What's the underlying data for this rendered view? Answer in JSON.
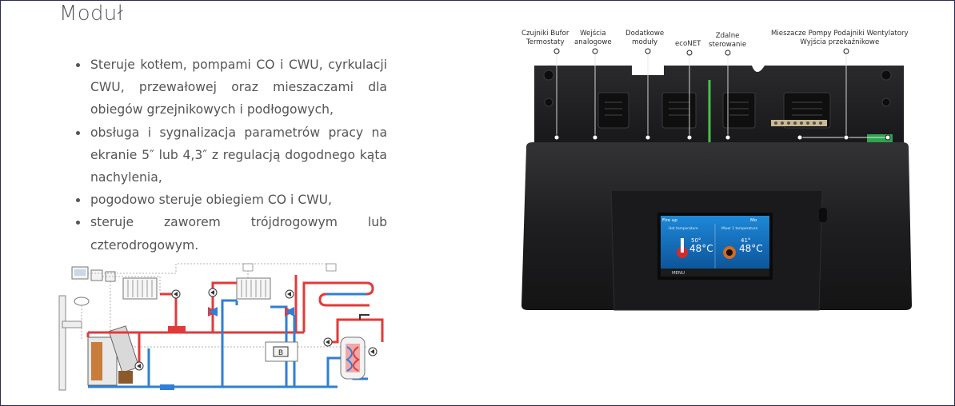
{
  "section": {
    "title": "Moduł"
  },
  "features": [
    "Steruje kotłem, pompami CO i CWU, cyrkulacji CWU, przewałowej oraz mieszaczami dla obiegów grzejnikowych i podłogowych,",
    "obsługa i sygnalizacja parametrów pracy na ekranie 5″ lub 4,3″ z regulacją dogodnego kąta nachylenia,",
    "pogodowo steruje obiegiem CO i CWU,",
    "steruje zaworem trójdrogowym lub czterodrogowym."
  ],
  "device": {
    "callouts": {
      "c1_line1": "Czujniki Bufor",
      "c1_line2": "Termostaty",
      "c2_line1": "Wejścia",
      "c2_line2": "analogowe",
      "c3_line1": "Dodatkowe",
      "c3_line2": "moduły",
      "c4_line1": "ecoNET",
      "c5_line1": "Zdalne",
      "c5_line2": "sterowanie",
      "c6_line1": "Mieszacze Pompy Podajniki Wentylatory",
      "c6_line2": "Wyjścia przekaźnikowe"
    },
    "screen": {
      "header_left": "Fire up",
      "header_right": "Mo",
      "panel1_title": "Hot temperature",
      "panel2_title": "Mixer 1 temperature",
      "panel1_small": "50°",
      "panel2_small": "41°",
      "panel1_value": "48°C",
      "panel2_value": "48°C",
      "menu_label": "MENU"
    }
  },
  "schematic": {
    "buffer_label": "B"
  },
  "colors": {
    "hot_pipe": "#e23a3a",
    "cold_pipe": "#2f7fd6",
    "device_body": "#1d1d1f",
    "screen_bg": "#0c5fa8"
  }
}
